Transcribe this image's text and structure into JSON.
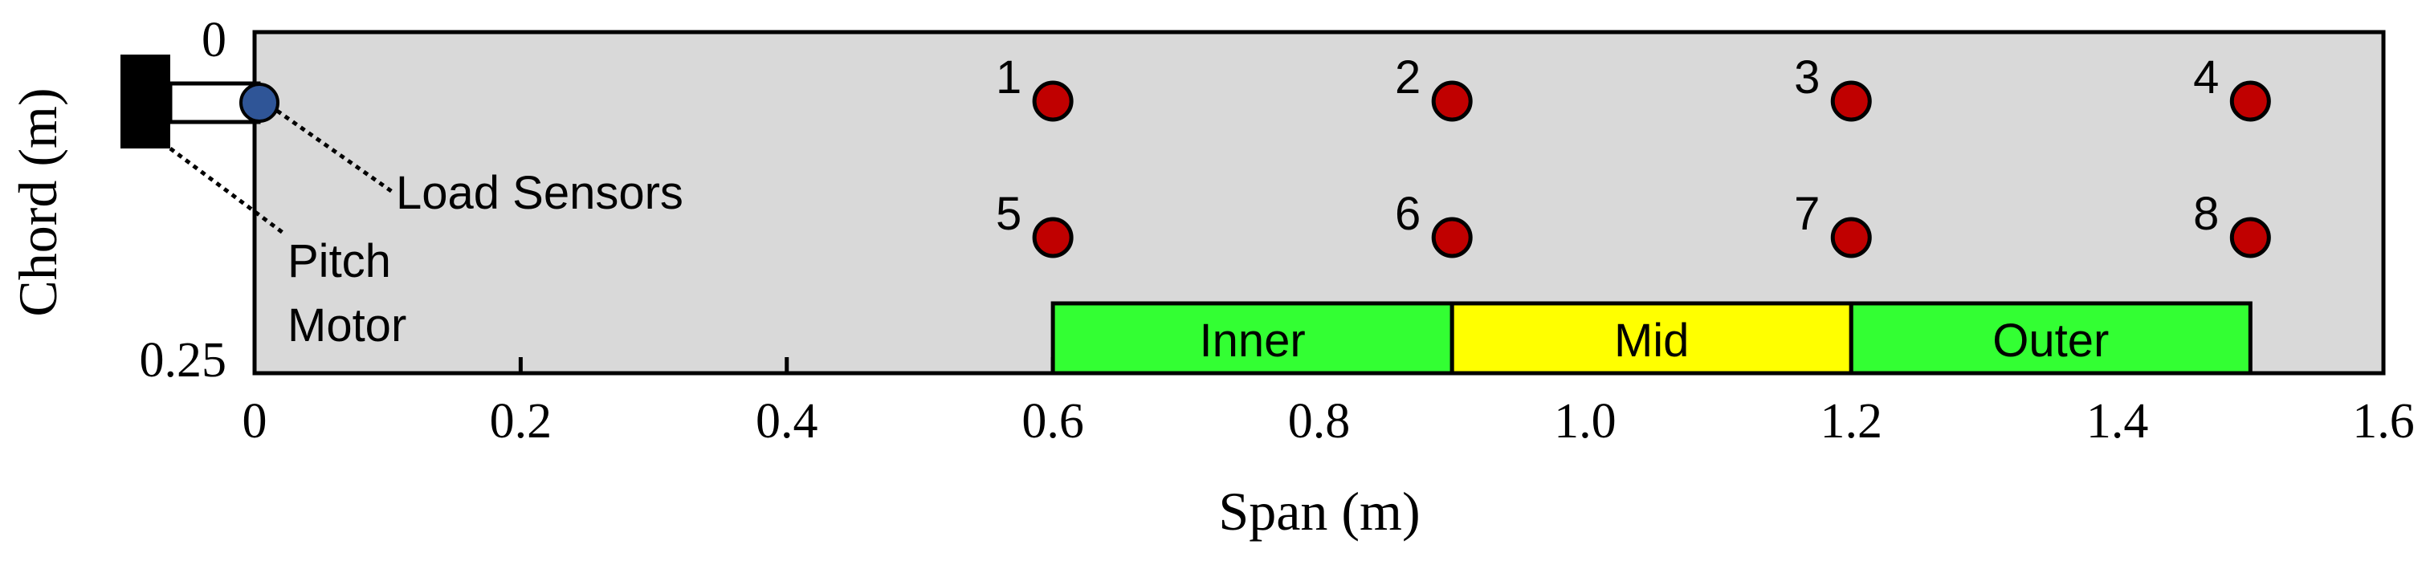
{
  "colors": {
    "plot_bg": "#d9d9d9",
    "sensor_fill": "#c00000",
    "load_sensor_fill": "#2f5597",
    "region_green": "#33ff33",
    "region_yellow": "#ffff00",
    "ink": "#000000"
  },
  "chart_data": {
    "type": "scatter",
    "xlabel": "Span (m)",
    "ylabel": "Chord (m)",
    "xlim": [
      0,
      1.6
    ],
    "ylim": [
      0,
      0.25
    ],
    "y_inverted": true,
    "x_ticks": [
      "0",
      "0.2",
      "0.4",
      "0.6",
      "0.8",
      "1.0",
      "1.2",
      "1.4",
      "1.6"
    ],
    "x_tick_values": [
      0,
      0.2,
      0.4,
      0.6,
      0.8,
      1.0,
      1.2,
      1.4,
      1.6
    ],
    "y_ticks": [
      "0",
      "0.25"
    ],
    "y_tick_values": [
      0,
      0.25
    ],
    "sensors": [
      {
        "label": "1",
        "x": 0.6,
        "y": 0.04
      },
      {
        "label": "2",
        "x": 0.9,
        "y": 0.04
      },
      {
        "label": "3",
        "x": 1.2,
        "y": 0.04
      },
      {
        "label": "4",
        "x": 1.5,
        "y": 0.04
      },
      {
        "label": "5",
        "x": 0.6,
        "y": 0.14
      },
      {
        "label": "6",
        "x": 0.9,
        "y": 0.14
      },
      {
        "label": "7",
        "x": 1.2,
        "y": 0.14
      },
      {
        "label": "8",
        "x": 1.5,
        "y": 0.14
      }
    ],
    "regions": [
      {
        "label": "Inner",
        "x0": 0.6,
        "x1": 0.9,
        "color": "#33ff33"
      },
      {
        "label": "Mid",
        "x0": 0.9,
        "x1": 1.2,
        "color": "#ffff00"
      },
      {
        "label": "Outer",
        "x0": 1.2,
        "x1": 1.5,
        "color": "#33ff33"
      }
    ],
    "annotations": {
      "load_sensors": "Load Sensors",
      "pitch_motor_line1": "Pitch",
      "pitch_motor_line2": "Motor"
    }
  }
}
